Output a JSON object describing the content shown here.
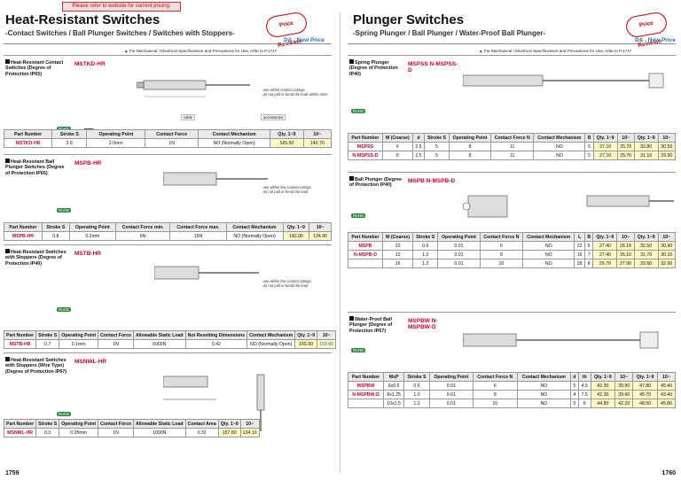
{
  "notice": "Please refer to website for current pricing.",
  "left": {
    "title": "Heat-Resistant Switches",
    "subtitle": "-Contact Switches / Ball Plunger Switches / Switches with Stoppers-",
    "badge": "Price Revision",
    "new_price": "D& , New Price",
    "caution": "For Mechanical / Electrical Specifications and Precautions for Use, refer to P.1747",
    "page": "1759",
    "sections": [
      {
        "title": "Heat-Resistant Contact Switches (Degree of Protection IP65)",
        "code": "MSTKD-HR",
        "headers": [
          "Part Number",
          "Stroke S",
          "Operating Point",
          "Contact Force",
          "Contact Mechanism",
          "Qty. 1~9",
          "10~"
        ],
        "row": [
          "MSTKD-HR",
          "2.8",
          "2.0mm",
          "1N",
          "NO (Normally Open)",
          "165.50",
          "140.70"
        ]
      },
      {
        "title": "Heat-Resistant Ball Plunger Switches (Degree of Protection IP65)",
        "code": "MSPB-HR",
        "headers": [
          "Part Number",
          "Stroke S",
          "Operating Point",
          "Contact Force min.",
          "Contact Force max.",
          "Contact Mechanism",
          "Qty. 1~9",
          "10~"
        ],
        "row": [
          "MSPB-HR",
          "0.8",
          "0.2mm",
          "6N",
          "15N",
          "NO (Normally Open)",
          "142.00",
          "134.90"
        ]
      },
      {
        "title": "Heat-Resistant Switches with Stoppers (Degree of Protection IP40)",
        "code": "MSTB-HR",
        "headers": [
          "Part Number",
          "Stroke S",
          "Operating Point",
          "Contact Force",
          "Allowable Static Load",
          "Not Resetting Dimensions",
          "Contact Mechanism",
          "Qty. 1~9",
          "10~"
        ],
        "row": [
          "MSTB-HR",
          "0.7",
          "0.1mm",
          "1N",
          "5000N",
          "0.42",
          "NO (Normally Open)",
          "165.00",
          "159.60"
        ]
      },
      {
        "title": "Heat-Resistant Switches with Stoppers (Wire Type) (Degree of Protection IP67)",
        "code": "MSNWL-HR",
        "headers": [
          "Part Number",
          "Stroke S",
          "Operating Point",
          "Contact Force",
          "Allowable Static Load",
          "Contact Area",
          "Qty. 1~9",
          "10~"
        ],
        "row": [
          "MSNWL-HR",
          "0.3",
          "0.05mm",
          "1N",
          "1000N",
          "0.32",
          "157.80",
          "134.10"
        ]
      }
    ]
  },
  "right": {
    "title": "Plunger Switches",
    "subtitle": "-Spring Plunger / Ball Plunger / Water-Proof Ball Plunger-",
    "badge": "Price Revision",
    "new_price": "D& , New Price",
    "caution": "For Mechanical / Electrical Specifications and Precautions for Use, refer to P.1747",
    "page": "1760",
    "sections": [
      {
        "title": "Spring Plunger (Degree of Protection IP40)",
        "code": "MSPSS N-MSPSS-D",
        "headers": [
          "Part Number",
          "M (Coarse)",
          "d",
          "Stroke S",
          "Operating Point",
          "Contact Force N",
          "Contact Mechanism",
          "B",
          "Qty. 1~9",
          "10~",
          "Qty. 1~9",
          "10~"
        ],
        "rows": [
          [
            "MSPSS",
            "6",
            "2.5",
            "5",
            "8",
            "11",
            "NO",
            "5",
            "27.10",
            "25.70",
            "32.80",
            "30.50"
          ],
          [
            "N-MSPSS-D",
            "8",
            "2.5",
            "5",
            "8",
            "11",
            "NO",
            "5",
            "27.10",
            "25.70",
            "31.10",
            "29.50"
          ]
        ]
      },
      {
        "title": "Ball Plunger (Degree of Protection IP40)",
        "code": "MSPB N-MSPB-D",
        "headers": [
          "Part Number",
          "M (Coarse)",
          "Stroke S",
          "Operating Point",
          "Contact Force N",
          "Contact Mechanism",
          "L",
          "B",
          "Qty. 1~9",
          "10~",
          "Qty. 1~9",
          "10~"
        ],
        "rows": [
          [
            "MSPB",
            "10",
            "0.6",
            "0.01",
            "6",
            "NO",
            "22",
            "5",
            "27.40",
            "26.10",
            "32.50",
            "30.90"
          ],
          [
            "N-MSPB-D",
            "12",
            "1.0",
            "0.01",
            "8",
            "NO",
            "16",
            "7",
            "27.40",
            "26.10",
            "31.70",
            "30.10"
          ],
          [
            "",
            "16",
            "1.2",
            "0.01",
            "10",
            "NO",
            "28",
            "8",
            "29.70",
            "27.90",
            "33.60",
            "32.00"
          ]
        ]
      },
      {
        "title": "Water-Proof Ball Plunger (Degree of Protection IP67)",
        "code": "MSPBW N-MSPBW-D",
        "headers": [
          "Part Number",
          "MxP",
          "Stroke S",
          "Operating Point",
          "Contact Force N",
          "Contact Mechanism",
          "d",
          "th",
          "Qty. 1~9",
          "10~",
          "Qty. 1~9",
          "10~"
        ],
        "rows": [
          [
            "MSPBW",
            "6x0.5",
            "0.6",
            "0.01",
            "6",
            "NO",
            "5",
            "4.5",
            "42.30",
            "39.90",
            "47.80",
            "45.40"
          ],
          [
            "N-MSPBW-D",
            "8x1.25",
            "1.0",
            "0.01",
            "8",
            "NO",
            "4",
            "7.5",
            "42.30",
            "39.90",
            "45.70",
            "43.40"
          ],
          [
            "",
            "10x1.5",
            "1.2",
            "0.01",
            "10",
            "NO",
            "5",
            "6",
            "44.80",
            "42.20",
            "48.50",
            "45.80"
          ]
        ]
      }
    ]
  }
}
